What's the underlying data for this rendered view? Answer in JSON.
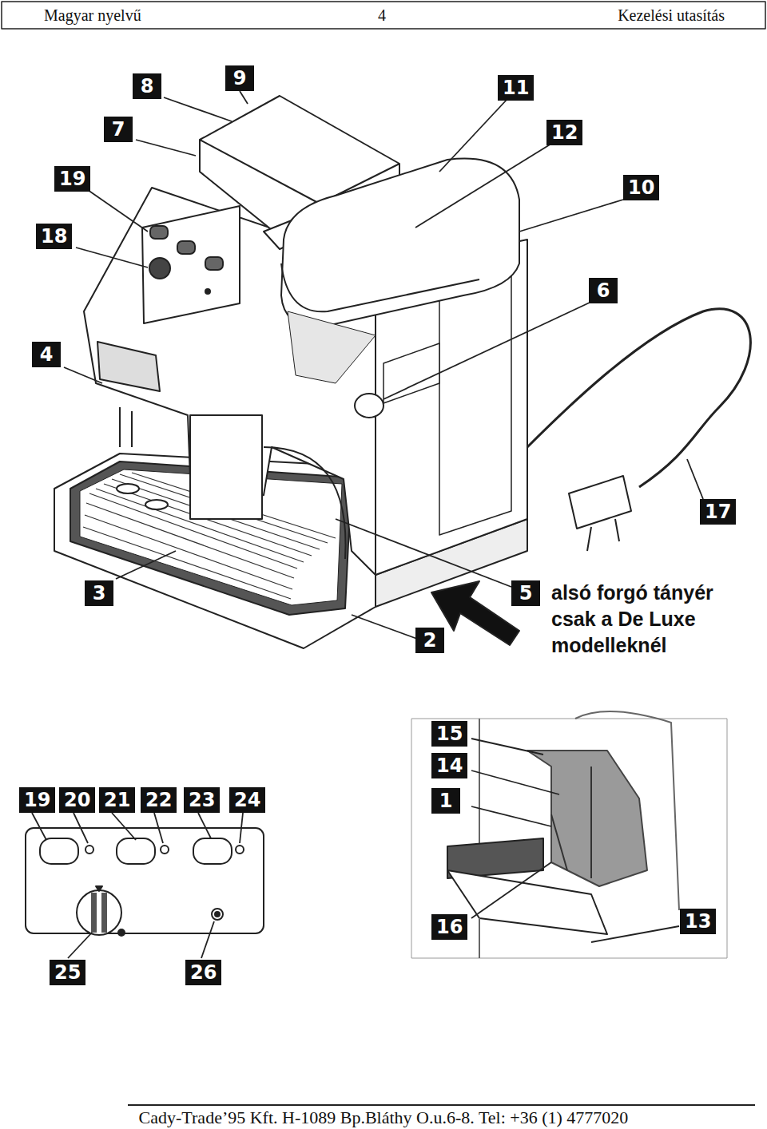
{
  "diagram": {
    "labels": [
      "Magyar nyelvű",
      "4",
      "Kezelési utasítás",
      "8",
      "9",
      "7",
      "11",
      "12",
      "19",
      "10",
      "18",
      "6",
      "4",
      "17",
      "3",
      "5",
      "2",
      "alsó forgó tányér csak a De Luxe modelleknél",
      "19",
      "20",
      "21",
      "22",
      "23",
      "24",
      "25",
      "26",
      "15",
      "14",
      "1",
      "16",
      "13",
      "Cady-Trade’95 Kft. H-1089 Bp.Bláthy O.u.6-8. Tel: +36 (1) 4777020"
    ]
  }
}
